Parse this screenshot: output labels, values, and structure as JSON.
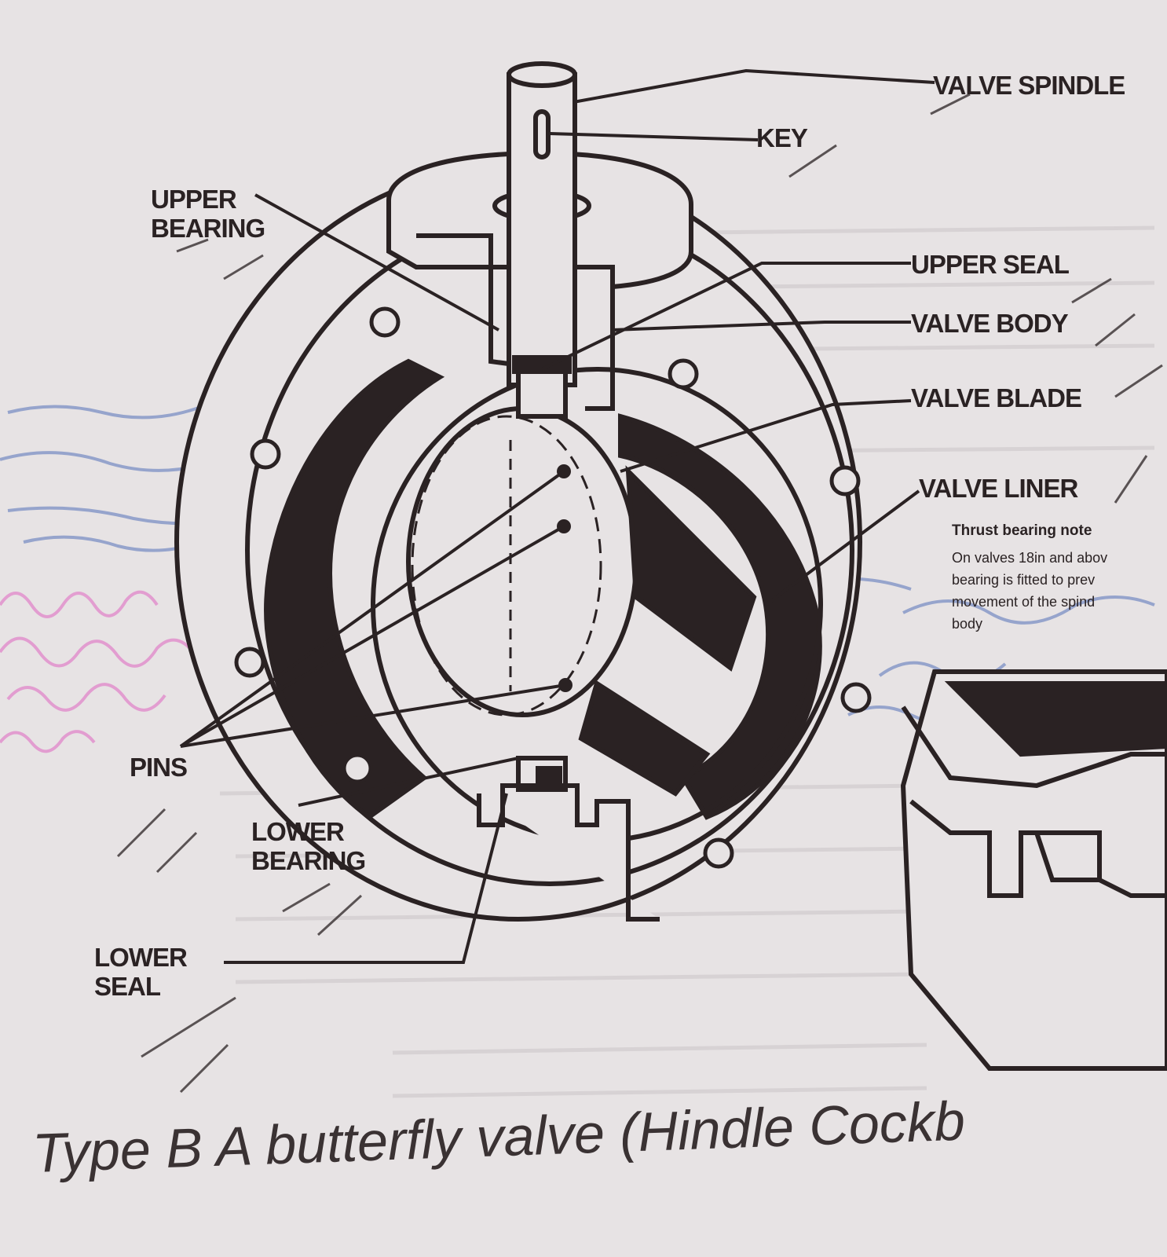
{
  "colors": {
    "paper": "#e7e3e4",
    "ink": "#2a2223",
    "blue_pen": "#7b8fc4",
    "pink_pen": "#e28ccc",
    "bleed_text": "#c9c3c5"
  },
  "labels": {
    "valve_spindle": "VALVE SPINDLE",
    "key": "KEY",
    "upper_bearing": "UPPER\nBEARING",
    "upper_seal": "UPPER SEAL",
    "valve_body": "VALVE BODY",
    "valve_blade": "VALVE BLADE",
    "valve_liner": "VALVE LINER",
    "pins": "PINS",
    "lower_bearing": "LOWER\nBEARING",
    "lower_seal": "LOWER\nSEAL"
  },
  "note": {
    "title": "Thrust bearing note",
    "body": "On valves 18in and abov\nbearing is fitted to prev\nmovement of the spind\nbody"
  },
  "caption": "Type B A butterfly valve (Hindle Cockb"
}
